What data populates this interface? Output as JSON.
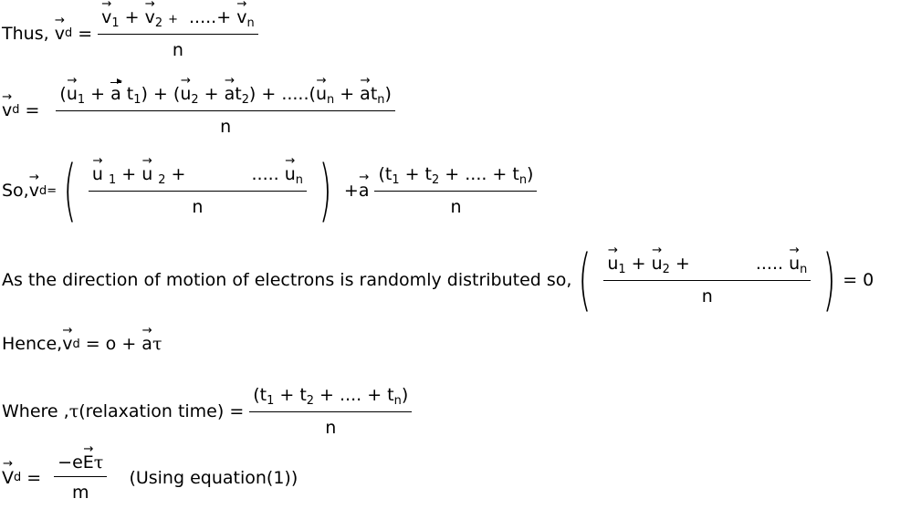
{
  "eq1": {
    "lead": "Thus,",
    "v": "v",
    "d": "d",
    "eq": "=",
    "n": "n",
    "v1": "v",
    "s1": "1",
    "v2": "v",
    "s2": "2",
    "dots": ".....+",
    "vn": "v",
    "sn": "n"
  },
  "eq2": {
    "v": "v",
    "d": "d",
    "eq": "=",
    "n": "n"
  },
  "eq3": {
    "lead": "So,",
    "v": "v",
    "d": "d",
    "eq": "=",
    "n1": "n",
    "n2": "n",
    "a": "a",
    "dots": "....."
  },
  "eq4": {
    "text": "As the direction of motion of electrons is randomly distributed so,",
    "n": "n",
    "zero": "= 0",
    "dots": "....."
  },
  "eq5": {
    "lead": "Hence,",
    "v": "v",
    "d": "d",
    "rest": "= o +",
    "a": "a",
    "tau": "τ"
  },
  "eq6": {
    "lead": "Where ,",
    "tau": "τ",
    "label": "(relaxation time) =",
    "n": "n"
  },
  "eq7": {
    "V": "V",
    "d": "d",
    "eq": "=",
    "num1": "−e",
    "E": "E",
    "tau": "τ",
    "m": "m",
    "note": "(Using equation(1))"
  }
}
